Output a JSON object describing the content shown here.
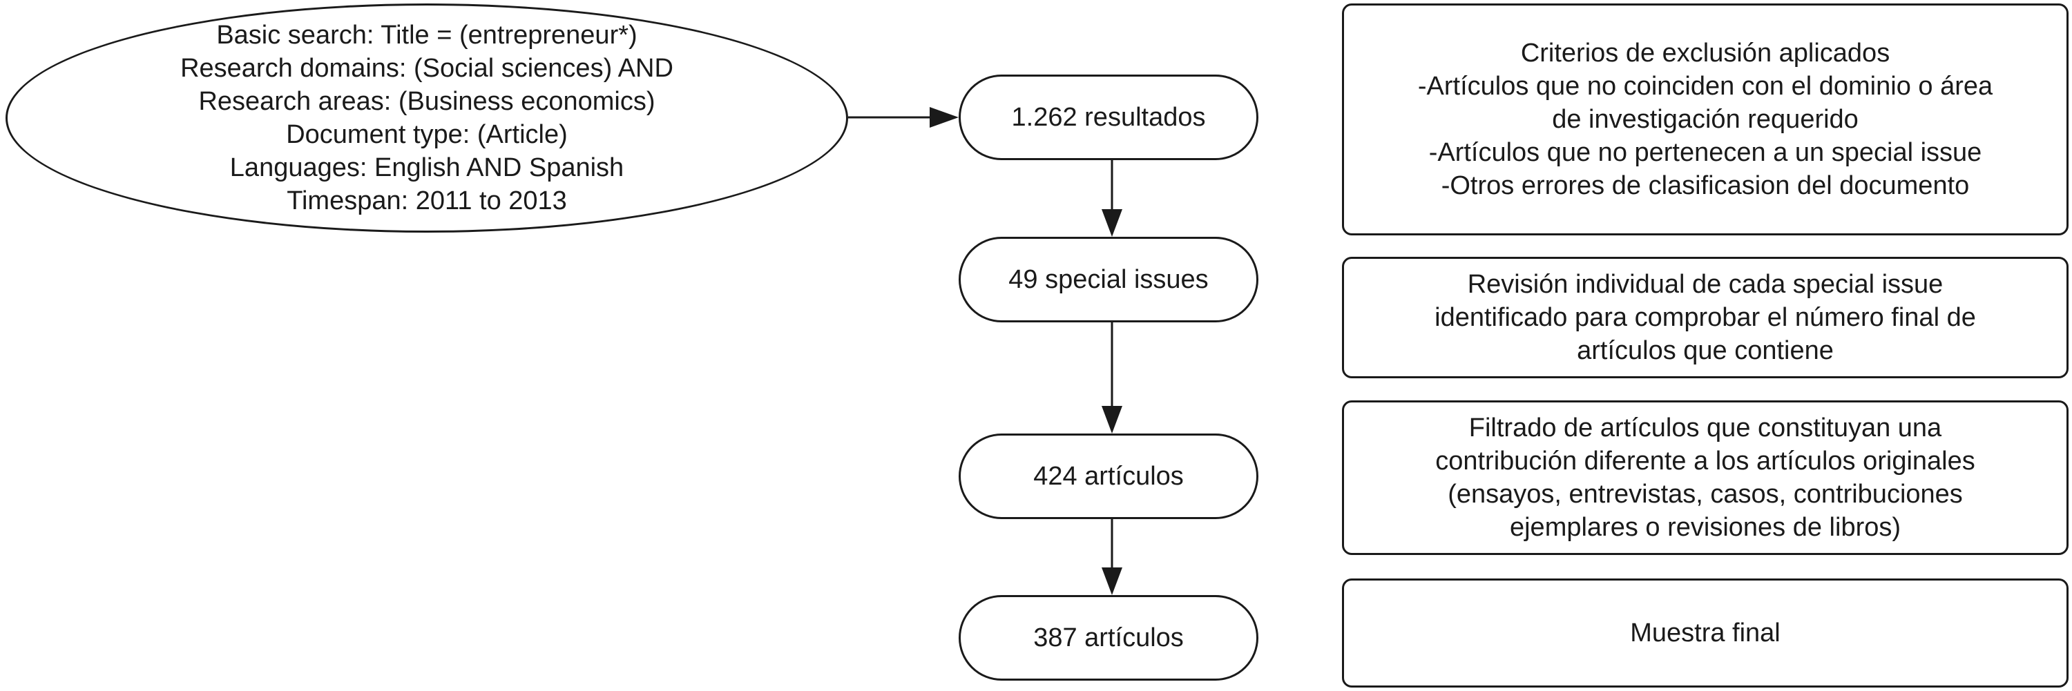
{
  "search": {
    "lines": [
      "Basic search: Title = (entrepreneur*)",
      "Research domains: (Social sciences) AND",
      "Research areas: (Business economics)",
      "Document type: (Article)",
      "Languages: English AND Spanish",
      "Timespan: 2011 to 2013"
    ]
  },
  "flow": {
    "results": "1.262 resultados",
    "special_issues": "49 special issues",
    "articles_424": "424 artículos",
    "articles_387": "387 artículos"
  },
  "criteria": {
    "exclusion": [
      "Criterios de exclusión aplicados",
      "-Artículos que no coinciden con el dominio o área",
      "de investigación requerido",
      "-Artículos que no pertenecen a un special issue",
      "-Otros errores de clasificasion del documento"
    ],
    "review": [
      "Revisión individual de cada special issue",
      "identificado para comprobar el número final de",
      "artículos que contiene"
    ],
    "filter": [
      "Filtrado de artículos que constituyan una",
      "contribución diferente a los artículos originales",
      "(ensayos, entrevistas, casos, contribuciones",
      "ejemplares o revisiones de libros)"
    ],
    "final": "Muestra final"
  }
}
